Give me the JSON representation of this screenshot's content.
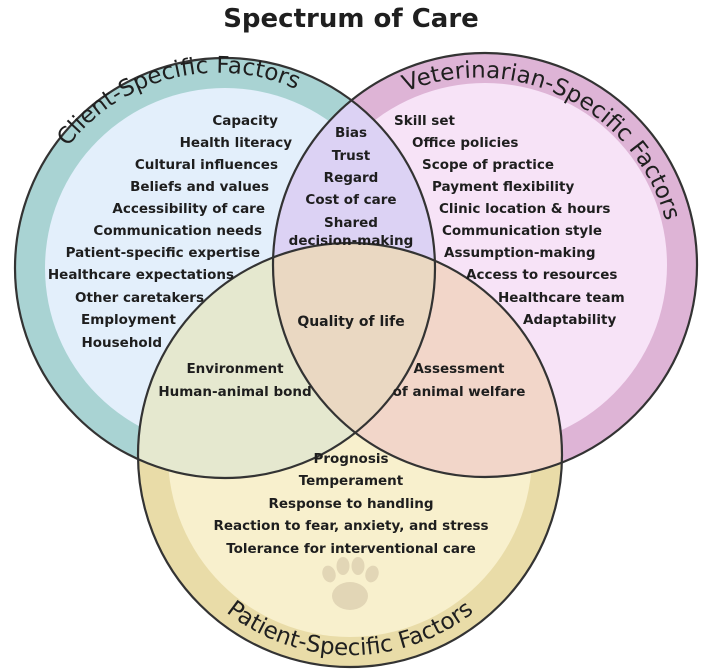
{
  "title": "Spectrum of Care",
  "colors": {
    "client_ring": "#a9d3d3",
    "client_fill": "#e3effb",
    "vet_ring": "#deb4d6",
    "vet_fill": "#f7e3f7",
    "patient_ring": "#e9dca8",
    "patient_fill": "#f8f0cd",
    "client_vet_overlap": "#dcd2f4",
    "client_patient_overlap": "#e5e8cf",
    "vet_patient_overlap": "#f2d6c9",
    "center_overlap": "#ead8c2",
    "outline": "#333333",
    "paw": "#e2d6b6"
  },
  "circles": {
    "client": {
      "label": "Client-Specific Factors",
      "items": [
        "Capacity",
        "Health literacy",
        "Cultural influences",
        "Beliefs and values",
        "Accessibility of care",
        "Communication needs",
        "Patient-specific expertise",
        "Healthcare expectations",
        "Other caretakers",
        "Employment",
        "Household"
      ]
    },
    "veterinarian": {
      "label": "Veterinarian-Specific Factors",
      "items": [
        "Skill set",
        "Office policies",
        "Scope of practice",
        "Payment flexibility",
        "Clinic location & hours",
        "Communication style",
        "Assumption-making",
        "Access to resources",
        "Healthcare team",
        "Adaptability"
      ]
    },
    "patient": {
      "label": "Patient-Specific Factors",
      "items": [
        "Prognosis",
        "Temperament",
        "Response to handling",
        "Reaction to fear, anxiety, and stress",
        "Tolerance for interventional care"
      ],
      "paw_icon": "paw-print-icon"
    }
  },
  "overlaps": {
    "client_veterinarian": [
      "Bias",
      "Trust",
      "Regard",
      "Cost of care",
      "Shared",
      "decision-making"
    ],
    "client_patient": [
      "Environment",
      "Human-animal bond"
    ],
    "veterinarian_patient": [
      "Assessment",
      "of animal welfare"
    ],
    "all": "Quality of life"
  }
}
